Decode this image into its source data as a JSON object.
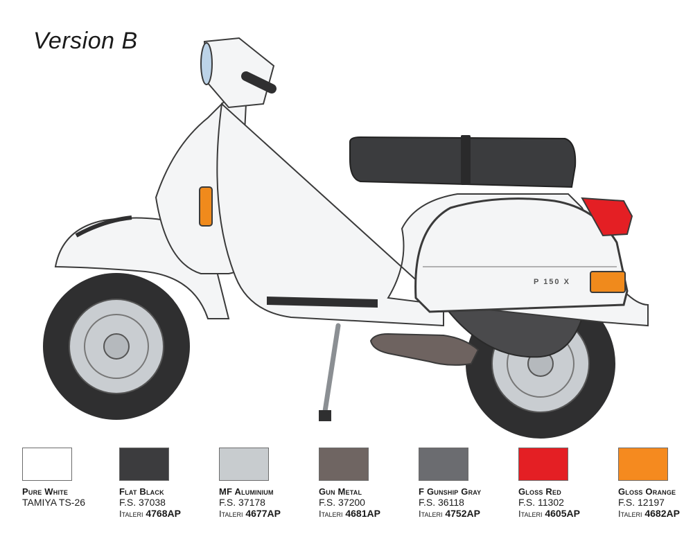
{
  "title": "Version B",
  "plate_text": "P 150 X",
  "colors": {
    "body": "#f4f5f6",
    "outline": "#3a3a3a",
    "seat": "#3b3c3e",
    "tire": "#2f2f30",
    "wheel": "#c9cdd1",
    "indicator": "#f08a1c",
    "taillight": "#e41f24",
    "exhaust": "#6e6360"
  },
  "swatches": [
    {
      "name": "Pure White",
      "hex": "#ffffff",
      "line1": "TAMIYA TS-26",
      "line2_brand": "",
      "line2_code": ""
    },
    {
      "name": "Flat Black",
      "hex": "#3c3c3e",
      "line1": "F.S. 37038",
      "line2_brand": "Italeri",
      "line2_code": "4768AP"
    },
    {
      "name": "MF Aluminium",
      "hex": "#c8cccf",
      "line1": "F.S. 37178",
      "line2_brand": "Italeri",
      "line2_code": "4677AP"
    },
    {
      "name": "Gun Metal",
      "hex": "#6f6562",
      "line1": "F.S. 37200",
      "line2_brand": "Italeri",
      "line2_code": "4681AP"
    },
    {
      "name": "F Gunship Gray",
      "hex": "#6b6c70",
      "line1": "F.S. 36118",
      "line2_brand": "Italeri",
      "line2_code": "4752AP"
    },
    {
      "name": "Gloss Red",
      "hex": "#e41f24",
      "line1": "F.S. 11302",
      "line2_brand": "Italeri",
      "line2_code": "4605AP"
    },
    {
      "name": "Gloss Orange",
      "hex": "#f58a1f",
      "line1": "F.S. 12197",
      "line2_brand": "Italeri",
      "line2_code": "4682AP"
    }
  ]
}
